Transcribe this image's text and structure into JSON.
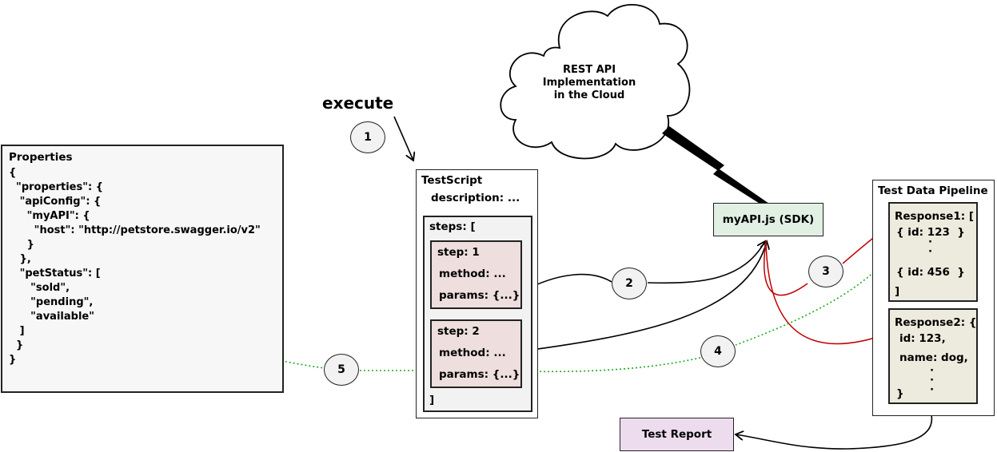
{
  "execute_label": "execute",
  "cloud": {
    "line1": "REST API",
    "line2": "Implementation",
    "line3": "in the Cloud"
  },
  "properties": {
    "title": "Properties",
    "lines": [
      "{",
      "  \"properties\": {",
      "   \"apiConfig\": {",
      "     \"myAPI\": {",
      "       \"host\": \"http://petstore.swagger.io/v2\"",
      "     }",
      "   },",
      "   \"petStatus\": [",
      "      \"sold\",",
      "      \"pending\",",
      "      \"available\"",
      "   ]",
      "  }",
      "}"
    ]
  },
  "testscript": {
    "title": "TestScript",
    "description": "description: ...",
    "steps_open": "steps: [",
    "steps_close": "]",
    "step1": {
      "step": "step: 1",
      "method": "method: ...",
      "params": "params: {...}"
    },
    "step2": {
      "step": "step: 2",
      "method": "method: ...",
      "params": "params: {...}"
    }
  },
  "sdk_label": "myAPI.js (SDK)",
  "pipeline": {
    "title": "Test Data Pipeline",
    "response1": {
      "line1": "Response1: [",
      "line2": "{ id: 123  }",
      "line3": "{ id: 456  }",
      "line4": "]"
    },
    "response2": {
      "line1": "Response2: {",
      "line2": "id: 123,",
      "line3": "name: dog,",
      "line4": "}"
    }
  },
  "report_label": "Test Report",
  "steps_numbers": [
    "1",
    "2",
    "3",
    "4",
    "5"
  ],
  "colors": {
    "red_arrow": "#c00000",
    "green_dotted": "#1aaa1a",
    "step_fill": "#eedede",
    "sdk_fill": "#e2f0e4",
    "response_fill": "#ecebdd",
    "report_fill": "#eddcee",
    "panel_fill": "#f5f5f5"
  }
}
